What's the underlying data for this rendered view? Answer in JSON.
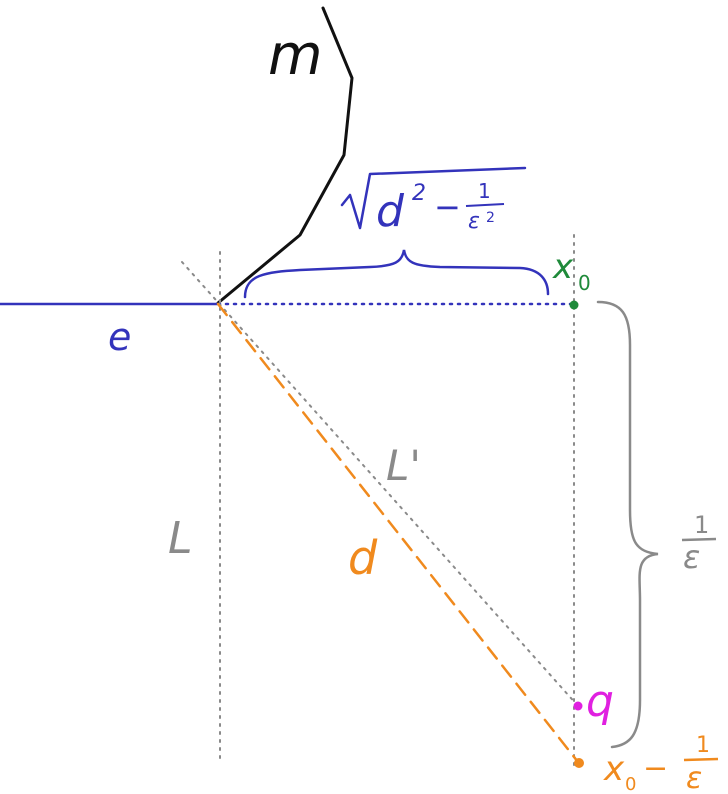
{
  "labels": {
    "m": "m",
    "e": "e",
    "L": "L",
    "L_prime": "L'",
    "d": "d",
    "x0": "x",
    "x0_sub": "0",
    "q": "q",
    "sqrt_d": "d",
    "sqrt_exp": "2",
    "one": "1",
    "epsilon": "ε",
    "epsilon_exp": "2",
    "minus": "−",
    "bottom_x": "x",
    "bottom_sub": "0"
  },
  "colors": {
    "black": "#111111",
    "blue": "#3333bb",
    "gray": "#8a8a8a",
    "orange": "#f08a1e",
    "green": "#1f8a3a",
    "magenta": "#e020e0"
  }
}
